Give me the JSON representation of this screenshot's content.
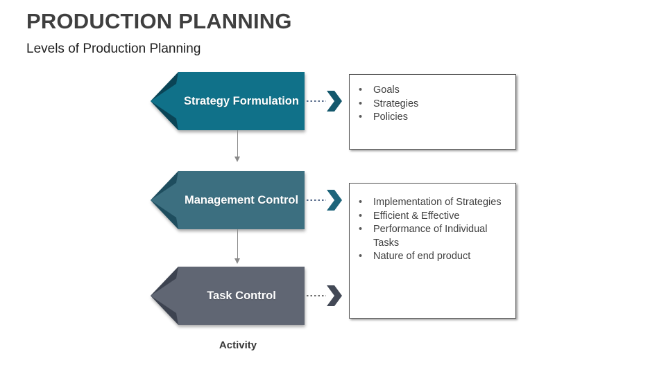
{
  "slide": {
    "title": "PRODUCTION PLANNING",
    "subtitle": "Levels of Production Planning",
    "footer_label": "Activity",
    "background_color": "#ffffff"
  },
  "levels": [
    {
      "label": "Strategy Formulation",
      "color": "#107189",
      "bevel_color": "#0a4456",
      "chevron_color": "#14586d",
      "arrow_color": "#1f3864"
    },
    {
      "label": "Management Control",
      "color": "#3c6f80",
      "bevel_color": "#1e4d5e",
      "chevron_color": "#1e657b",
      "arrow_color": "#1f3864"
    },
    {
      "label": "Task Control",
      "color": "#606673",
      "bevel_color": "#3d4350",
      "chevron_color": "#434956",
      "arrow_color": "#3a3a3a"
    }
  ],
  "detail_boxes": [
    {
      "items": [
        "Goals",
        "Strategies",
        "Policies"
      ]
    },
    {
      "items": [
        "Implementation of Strategies",
        "Efficient & Effective",
        "Performance of Individual Tasks",
        "Nature of end product"
      ]
    }
  ]
}
